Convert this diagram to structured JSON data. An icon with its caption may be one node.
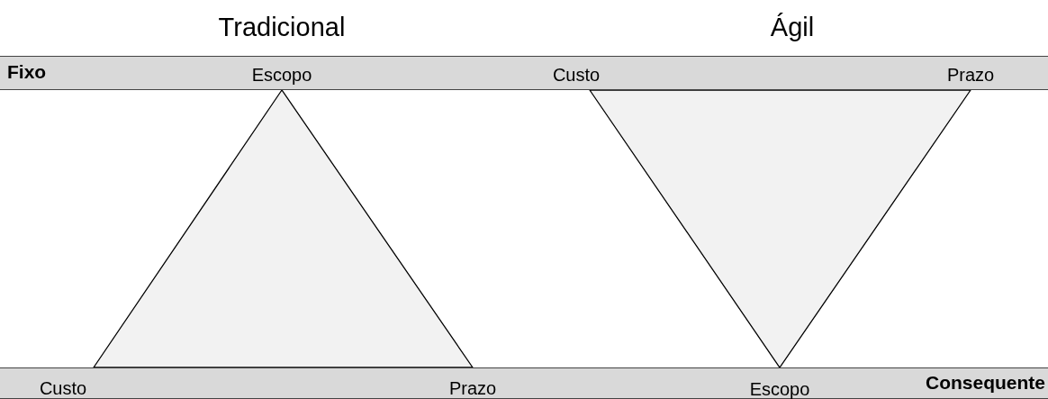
{
  "diagram": {
    "nodes": [
      {
        "text": [
          "Fixo"
        ]
      },
      {
        "text": [
          "Consequente"
        ]
      },
      {
        "text": [],
        "shape": "triangle"
      },
      {
        "text": [],
        "shape": "triangle"
      }
    ],
    "labels": [
      "Tradicional",
      "Ágil",
      "Escopo",
      "Custo",
      "Prazo",
      "Custo",
      "Prazo",
      "Escopo"
    ]
  }
}
